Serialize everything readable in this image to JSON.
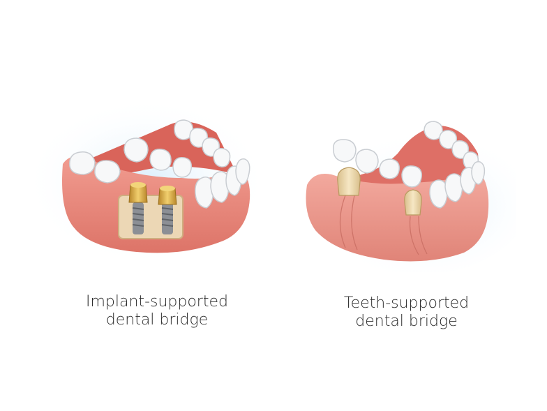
{
  "diagrams": [
    {
      "caption_line1": "Implant-supported",
      "caption_line2": "dental bridge"
    },
    {
      "caption_line1": "Teeth-supported",
      "caption_line2": "dental bridge"
    }
  ],
  "colors": {
    "gum": "#e9877d",
    "gum_dark": "#cf6b62",
    "tooth": "#f6f7f8",
    "implant_gold": "#d6a93e",
    "implant_screw": "#8a8d92",
    "bone": "#ead6b6",
    "glow": "#cfe9fb"
  }
}
